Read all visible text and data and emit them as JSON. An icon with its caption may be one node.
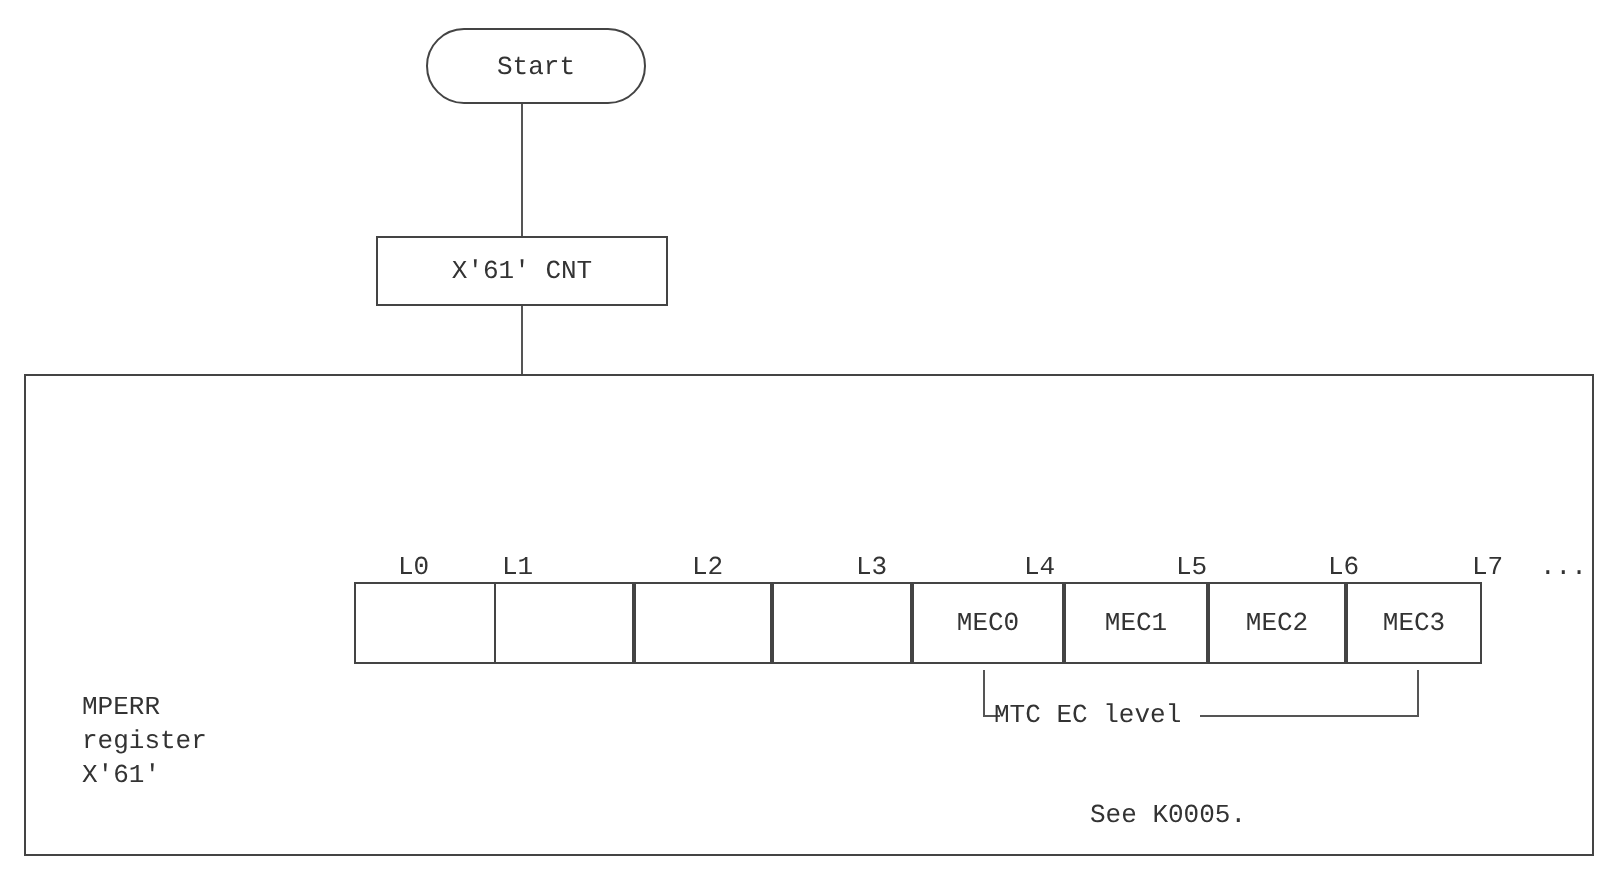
{
  "diagram": {
    "nodes": [
      {
        "text": [
          "Start"
        ]
      },
      {
        "text": [
          "X'61' CNT"
        ]
      },
      {
        "text": [],
        "shape": "box"
      },
      {
        "text": [],
        "shape": "box",
        "in": 2
      },
      {
        "text": [],
        "shape": "box",
        "in": 2
      },
      {
        "text": [],
        "shape": "box",
        "in": 2
      },
      {
        "text": [],
        "shape": "box",
        "in": 2
      },
      {
        "text": [
          "MEC0"
        ],
        "in": 2
      },
      {
        "text": [
          "MEC1"
        ],
        "in": 2
      },
      {
        "text": [
          "MEC2"
        ],
        "in": 2
      },
      {
        "text": [
          "MEC3"
        ],
        "in": 2
      }
    ],
    "edges": [
      {
        "from": 0,
        "to": 1,
        "arrow": "none"
      },
      {
        "from": 1,
        "to": 2,
        "arrow": "none"
      }
    ],
    "labels": [
      "L0",
      "L1",
      "L2",
      "L3",
      "L4",
      "L5",
      "L6",
      "L7",
      "...",
      "MPERR register X'61'",
      "MTC EC level",
      "See K0005."
    ]
  }
}
